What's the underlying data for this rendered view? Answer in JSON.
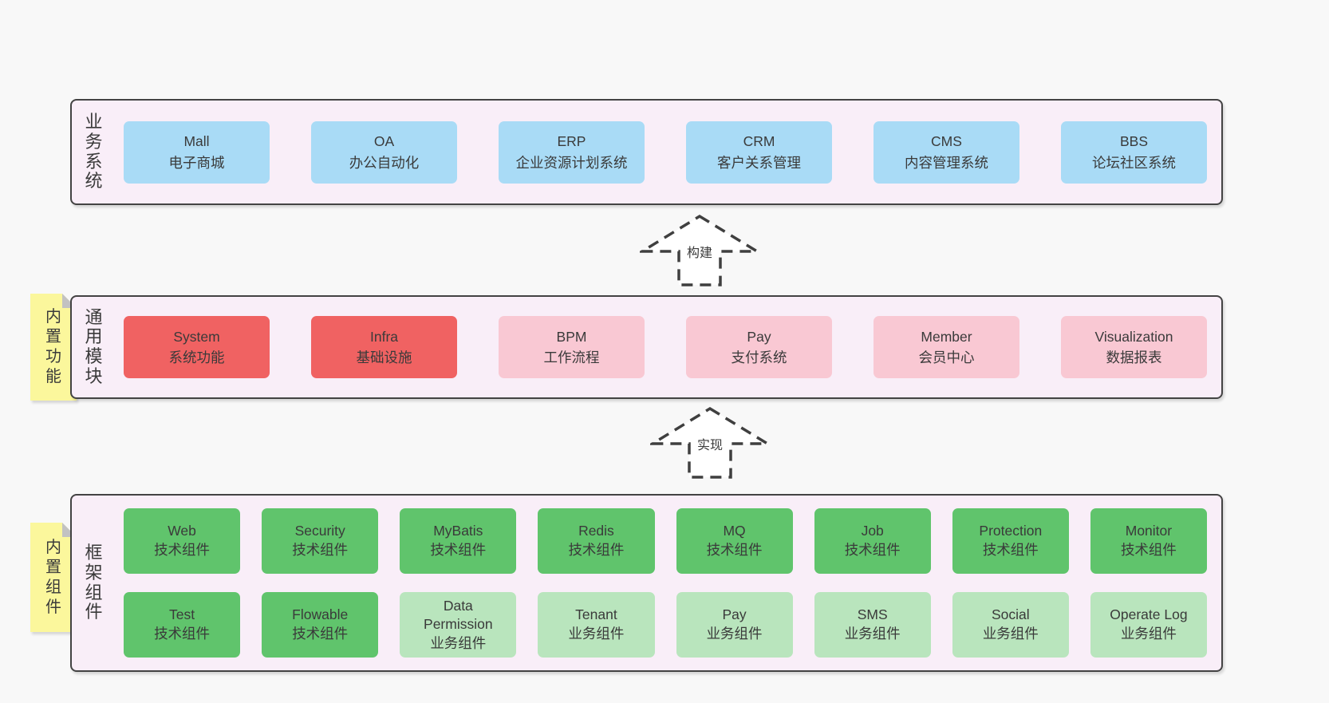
{
  "colors": {
    "page-bg": "#f8f8f8",
    "layer-bg": "#f9eef8",
    "layer-border": "#434343",
    "blue": "#a9dbf6",
    "red": "#f06262",
    "pink": "#f9c8d3",
    "green": "#60c46c",
    "lightgreen": "#b9e5bd",
    "yellow": "#fbf79c",
    "text": "#3a3a3a"
  },
  "business": {
    "title": "业务系统",
    "boxes": [
      {
        "en": "Mall",
        "zh": "电子商城",
        "variant": "blue"
      },
      {
        "en": "OA",
        "zh": "办公自动化",
        "variant": "blue"
      },
      {
        "en": "ERP",
        "zh": "企业资源计划系统",
        "variant": "blue"
      },
      {
        "en": "CRM",
        "zh": "客户关系管理",
        "variant": "blue"
      },
      {
        "en": "CMS",
        "zh": "内容管理系统",
        "variant": "blue"
      },
      {
        "en": "BBS",
        "zh": "论坛社区系统",
        "variant": "blue"
      }
    ]
  },
  "arrows": {
    "build": "构建",
    "implement": "实现"
  },
  "modules": {
    "title": "通用模块",
    "note": "内置功能",
    "boxes": [
      {
        "en": "System",
        "zh": "系统功能",
        "variant": "red"
      },
      {
        "en": "Infra",
        "zh": "基础设施",
        "variant": "red"
      },
      {
        "en": "BPM",
        "zh": "工作流程",
        "variant": "pink"
      },
      {
        "en": "Pay",
        "zh": "支付系统",
        "variant": "pink"
      },
      {
        "en": "Member",
        "zh": "会员中心",
        "variant": "pink"
      },
      {
        "en": "Visualization",
        "zh": "数据报表",
        "variant": "pink"
      }
    ]
  },
  "components": {
    "title": "框架组件",
    "note": "内置组件",
    "row1": [
      {
        "en": "Web",
        "zh": "技术组件",
        "variant": "green"
      },
      {
        "en": "Security",
        "zh": "技术组件",
        "variant": "green"
      },
      {
        "en": "MyBatis",
        "zh": "技术组件",
        "variant": "green"
      },
      {
        "en": "Redis",
        "zh": "技术组件",
        "variant": "green"
      },
      {
        "en": "MQ",
        "zh": "技术组件",
        "variant": "green"
      },
      {
        "en": "Job",
        "zh": "技术组件",
        "variant": "green"
      },
      {
        "en": "Protection",
        "zh": "技术组件",
        "variant": "green"
      },
      {
        "en": "Monitor",
        "zh": "技术组件",
        "variant": "green"
      }
    ],
    "row2": [
      {
        "en": "Test",
        "zh": "技术组件",
        "variant": "green"
      },
      {
        "en": "Flowable",
        "zh": "技术组件",
        "variant": "green"
      },
      {
        "en": "Data Permission",
        "zh": "业务组件",
        "variant": "lightgreen"
      },
      {
        "en": "Tenant",
        "zh": "业务组件",
        "variant": "lightgreen"
      },
      {
        "en": "Pay",
        "zh": "业务组件",
        "variant": "lightgreen"
      },
      {
        "en": "SMS",
        "zh": "业务组件",
        "variant": "lightgreen"
      },
      {
        "en": "Social",
        "zh": "业务组件",
        "variant": "lightgreen"
      },
      {
        "en": "Operate Log",
        "zh": "业务组件",
        "variant": "lightgreen"
      }
    ]
  }
}
